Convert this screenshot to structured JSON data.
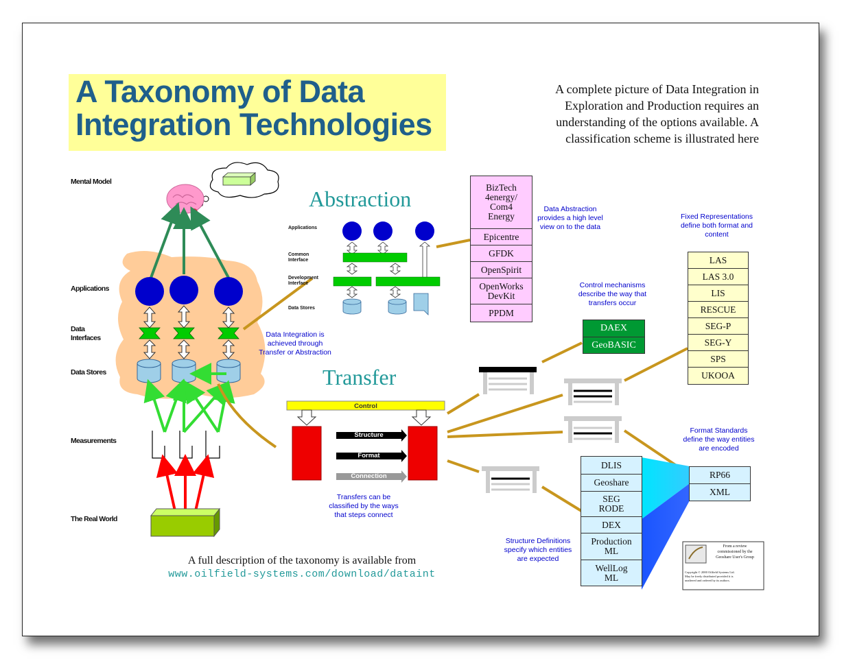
{
  "title": {
    "line1": "A Taxonomy of Data",
    "line2": "Integration Technologies"
  },
  "intro": [
    "A complete picture of Data Integration in",
    "Exploration  and Production requires an",
    "understanding of the options available.  A",
    "classification scheme is illustrated here"
  ],
  "left_labels": {
    "mental_model": "Mental Model",
    "applications": "Applications",
    "data_interfaces": "Data\nInterfaces",
    "data_stores": "Data Stores",
    "measurements": "Measurements",
    "real_world": "The Real World"
  },
  "abstraction": {
    "title": "Abstraction",
    "labels": {
      "applications": "Applications",
      "common": "Common\nInterface",
      "development": "Development\nInterface",
      "data_stores": "Data Stores"
    },
    "stack": [
      "BizTech\n4energy/\nCom4\nEnergy",
      "Epicentre",
      "GFDK",
      "OpenSpirit",
      "OpenWorks\nDevKit",
      "PPDM"
    ],
    "note": "Data Abstraction\nprovides a high level\nview on to the data"
  },
  "integration_note": "Data Integration is\nachieved through\nTransfer or Abstraction",
  "transfer": {
    "title": "Transfer",
    "bar_control": "Control",
    "bar_structure": "Structure",
    "bar_format": "Format",
    "bar_connection": "Connection",
    "note": "Transfers can be\nclassified by the ways\nthat steps connect"
  },
  "control": {
    "note": "Control mechanisms\ndescribe the way that\ntransfers occur",
    "stack": [
      "DAEX",
      "GeoBASIC"
    ]
  },
  "fixed": {
    "note": "Fixed Representations\ndefine both format and\ncontent",
    "stack": [
      "LAS",
      "LAS 3.0",
      "LIS",
      "RESCUE",
      "SEG-P",
      "SEG-Y",
      "SPS",
      "UKOOA"
    ]
  },
  "format": {
    "note": "Format Standards\ndefine the way entities\nare encoded",
    "stack": [
      "RP66",
      "XML"
    ]
  },
  "structure": {
    "note": "Structure Definitions\nspecify which entities\nare expected",
    "stack": [
      "DLIS",
      "Geoshare",
      "SEG\nRODE",
      "DEX",
      "Production\nML",
      "WellLog\nML"
    ]
  },
  "review": {
    "text": "From a review\ncommissioned by the\nGeoshare User's Group",
    "copyright": "Copyright © 2000 Oilfield Systems Ltd.\nMay be freely distributed provided it is\nunaltered and ordered by its authors."
  },
  "footer": {
    "line1": "A full description of the taxonomy is available from",
    "url": "www.oilfield-systems.com/download/dataint"
  },
  "colors": {
    "title": "#1f5f8b",
    "teal": "#229999",
    "note_blue": "#0000cc",
    "connector": "#c8961e",
    "app_blue": "#0000cc",
    "interface_green": "#00cc00",
    "store_blue": "#9fcfe8",
    "transfer_red": "#ee0000"
  }
}
